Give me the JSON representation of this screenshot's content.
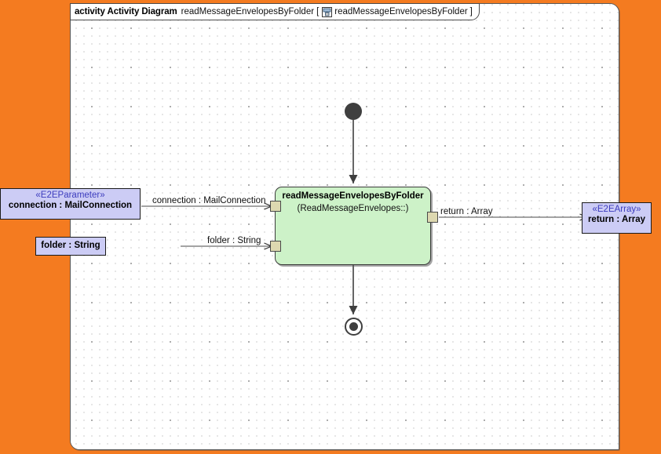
{
  "canvas": {
    "background_color": "#f47b20",
    "frame_background": "#ffffff",
    "grid": "dotted"
  },
  "frame": {
    "keyword": "activity Activity Diagram",
    "name": "readMessageEnvelopesByFolder",
    "bracket_open": "[",
    "icon": "activity-diagram-icon",
    "qualified_name": "readMessageEnvelopesByFolder",
    "bracket_close": "]"
  },
  "activity": {
    "title": "readMessageEnvelopesByFolder",
    "subtitle": "(ReadMessageEnvelopes::)",
    "fill_color": "#cdf2c8",
    "border_color": "#3b3b3b"
  },
  "parameters": [
    {
      "id": "connection",
      "stereotype": "«E2EParameter»",
      "name": "connection : MailConnection",
      "fill_color": "#ccccf5",
      "stereotype_color": "#3c3cbe"
    },
    {
      "id": "folder",
      "stereotype": "",
      "name": "folder : String",
      "fill_color": "#ccccf5",
      "stereotype_color": "#3c3cbe"
    },
    {
      "id": "return",
      "stereotype": "«E2EArray»",
      "name": "return : Array",
      "fill_color": "#ccccf5",
      "stereotype_color": "#3c3cbe"
    }
  ],
  "edges": [
    {
      "id": "edge-connection",
      "label": "connection : MailConnection"
    },
    {
      "id": "edge-folder",
      "label": "folder : String"
    },
    {
      "id": "edge-return",
      "label": "return : Array"
    }
  ],
  "control_nodes": {
    "initial": "initial-node",
    "final": "activity-final-node"
  },
  "pins": [
    {
      "id": "pin-connection-in",
      "fill_color": "#ddd8b0"
    },
    {
      "id": "pin-folder-in",
      "fill_color": "#ddd8b0"
    },
    {
      "id": "pin-return-out",
      "fill_color": "#ddd8b0"
    }
  ]
}
